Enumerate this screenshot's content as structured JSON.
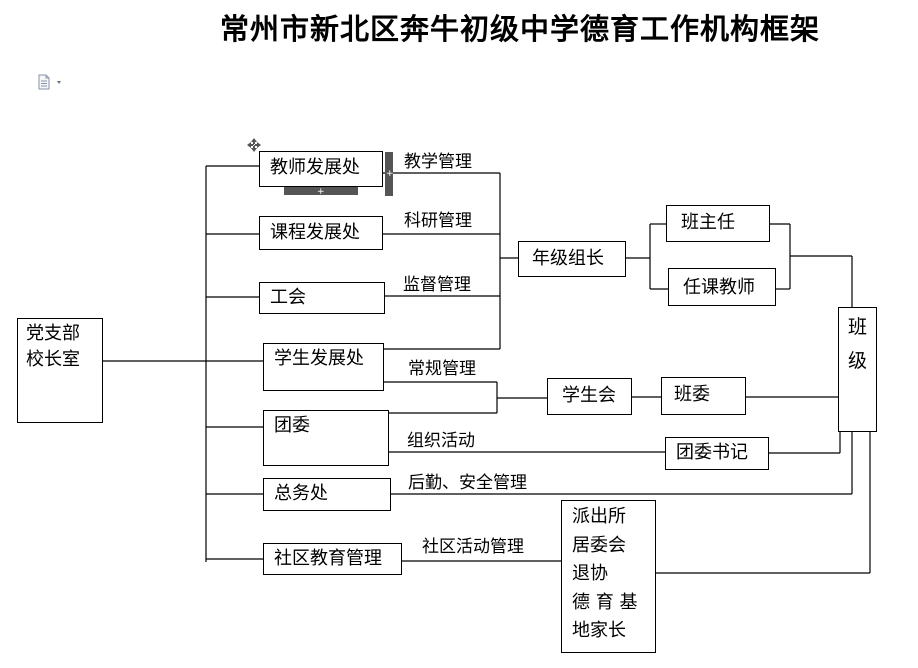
{
  "title": "常州市新北区奔牛初级中学德育工作机构框架",
  "chart_data": {
    "type": "diagram",
    "nodes": {
      "root_line1": "党支部",
      "root_line2": "校长室",
      "teacher_dev": "教师发展处",
      "course_dev": "课程发展处",
      "union": "工会",
      "student_dev": "学生发展处",
      "league": "团委",
      "general_affairs": "总务处",
      "community_edu": "社区教育管理",
      "grade_leader": "年级组长",
      "head_teacher": "班主任",
      "subject_teacher": "任课教师",
      "student_union": "学生会",
      "class_committee": "班委",
      "league_secretary": "团委书记",
      "class_char1": "班",
      "class_char2": "级",
      "community_list": [
        "派出所",
        "居委会",
        "退协",
        "德 育 基",
        "地家长"
      ]
    },
    "edge_labels": {
      "teaching": "教学管理",
      "research": "科研管理",
      "supervision": "监督管理",
      "routine": "常规管理",
      "org_activity": "组织活动",
      "logistics": "后勤、安全管理",
      "community_activity": "社区活动管理"
    }
  }
}
